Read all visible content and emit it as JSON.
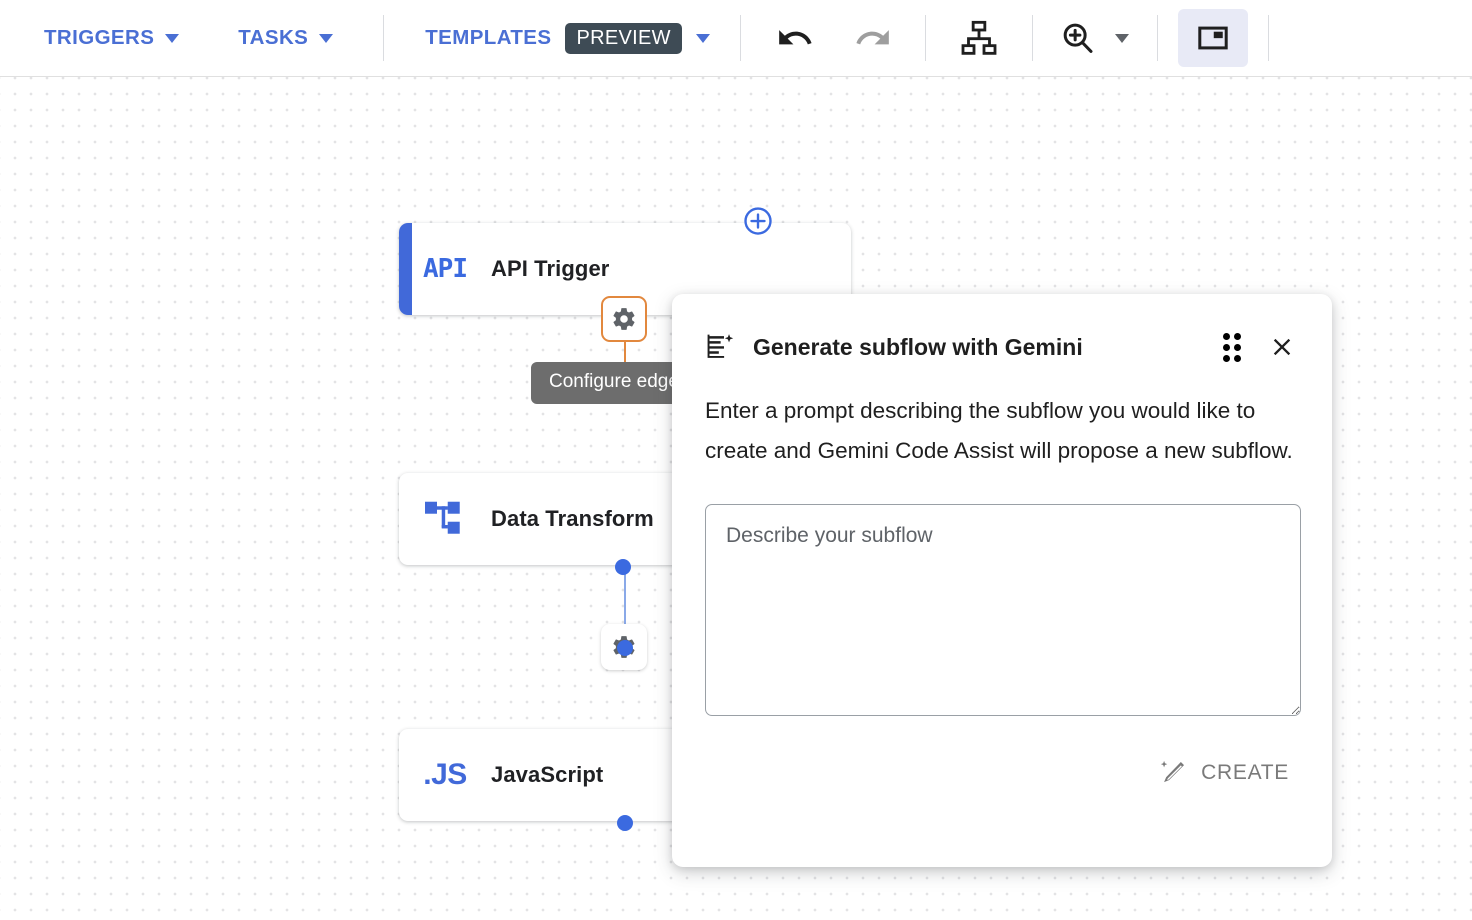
{
  "toolbar": {
    "menus": [
      {
        "label": "TRIGGERS",
        "icon": "chevron-down-icon"
      },
      {
        "label": "TASKS",
        "icon": "chevron-down-icon"
      }
    ],
    "templates": {
      "label": "TEMPLATES",
      "badge": "PREVIEW",
      "icon": "chevron-down-icon"
    },
    "actions": [
      {
        "name": "undo-button",
        "icon": "undo-icon",
        "enabled": true
      },
      {
        "name": "redo-button",
        "icon": "redo-icon",
        "enabled": false
      },
      {
        "name": "auto-layout-button",
        "icon": "hierarchy-icon",
        "enabled": true
      },
      {
        "name": "zoom-button",
        "icon": "zoom-in-icon",
        "enabled": true
      },
      {
        "name": "toggle-panel-button",
        "icon": "picture-in-picture-icon",
        "enabled": true,
        "active": true
      }
    ],
    "accent_color": "#4a6fd4",
    "badge_bg": "#3e4b55",
    "active_bg": "#e8eaf6"
  },
  "canvas": {
    "nodes": [
      {
        "id": "api-trigger",
        "title": "API Trigger",
        "glyph": "API",
        "icon": "api-icon",
        "accent": true
      },
      {
        "id": "data-transform",
        "title": "Data Transform",
        "glyph": "",
        "icon": "data-transform-icon",
        "accent": false
      },
      {
        "id": "javascript",
        "title": "JavaScript",
        "glyph": ".JS",
        "icon": "javascript-icon",
        "accent": false
      }
    ],
    "edges": [
      {
        "id": "edge-1",
        "from": "api-trigger",
        "to": "data-transform",
        "selected": true,
        "color": "#e2883e"
      },
      {
        "id": "edge-2",
        "from": "data-transform",
        "to": "javascript",
        "selected": false,
        "color": "#8aa9e8"
      }
    ],
    "tooltip": "Configure edge",
    "add_node_button": "add-node-icon",
    "dot_color": "#3b6ae0"
  },
  "dialog": {
    "title": "Generate subflow with Gemini",
    "title_icon": "gemini-generate-icon",
    "drag_handle_icon": "drag-handle-icon",
    "close_icon": "close-icon",
    "body": "Enter a prompt describing the subflow you would like to create and Gemini Code Assist will propose a new subflow.",
    "textarea": {
      "value": "",
      "placeholder": "Describe your subflow"
    },
    "create_button": {
      "label": "CREATE",
      "icon": "magic-wand-icon",
      "enabled": false
    }
  }
}
